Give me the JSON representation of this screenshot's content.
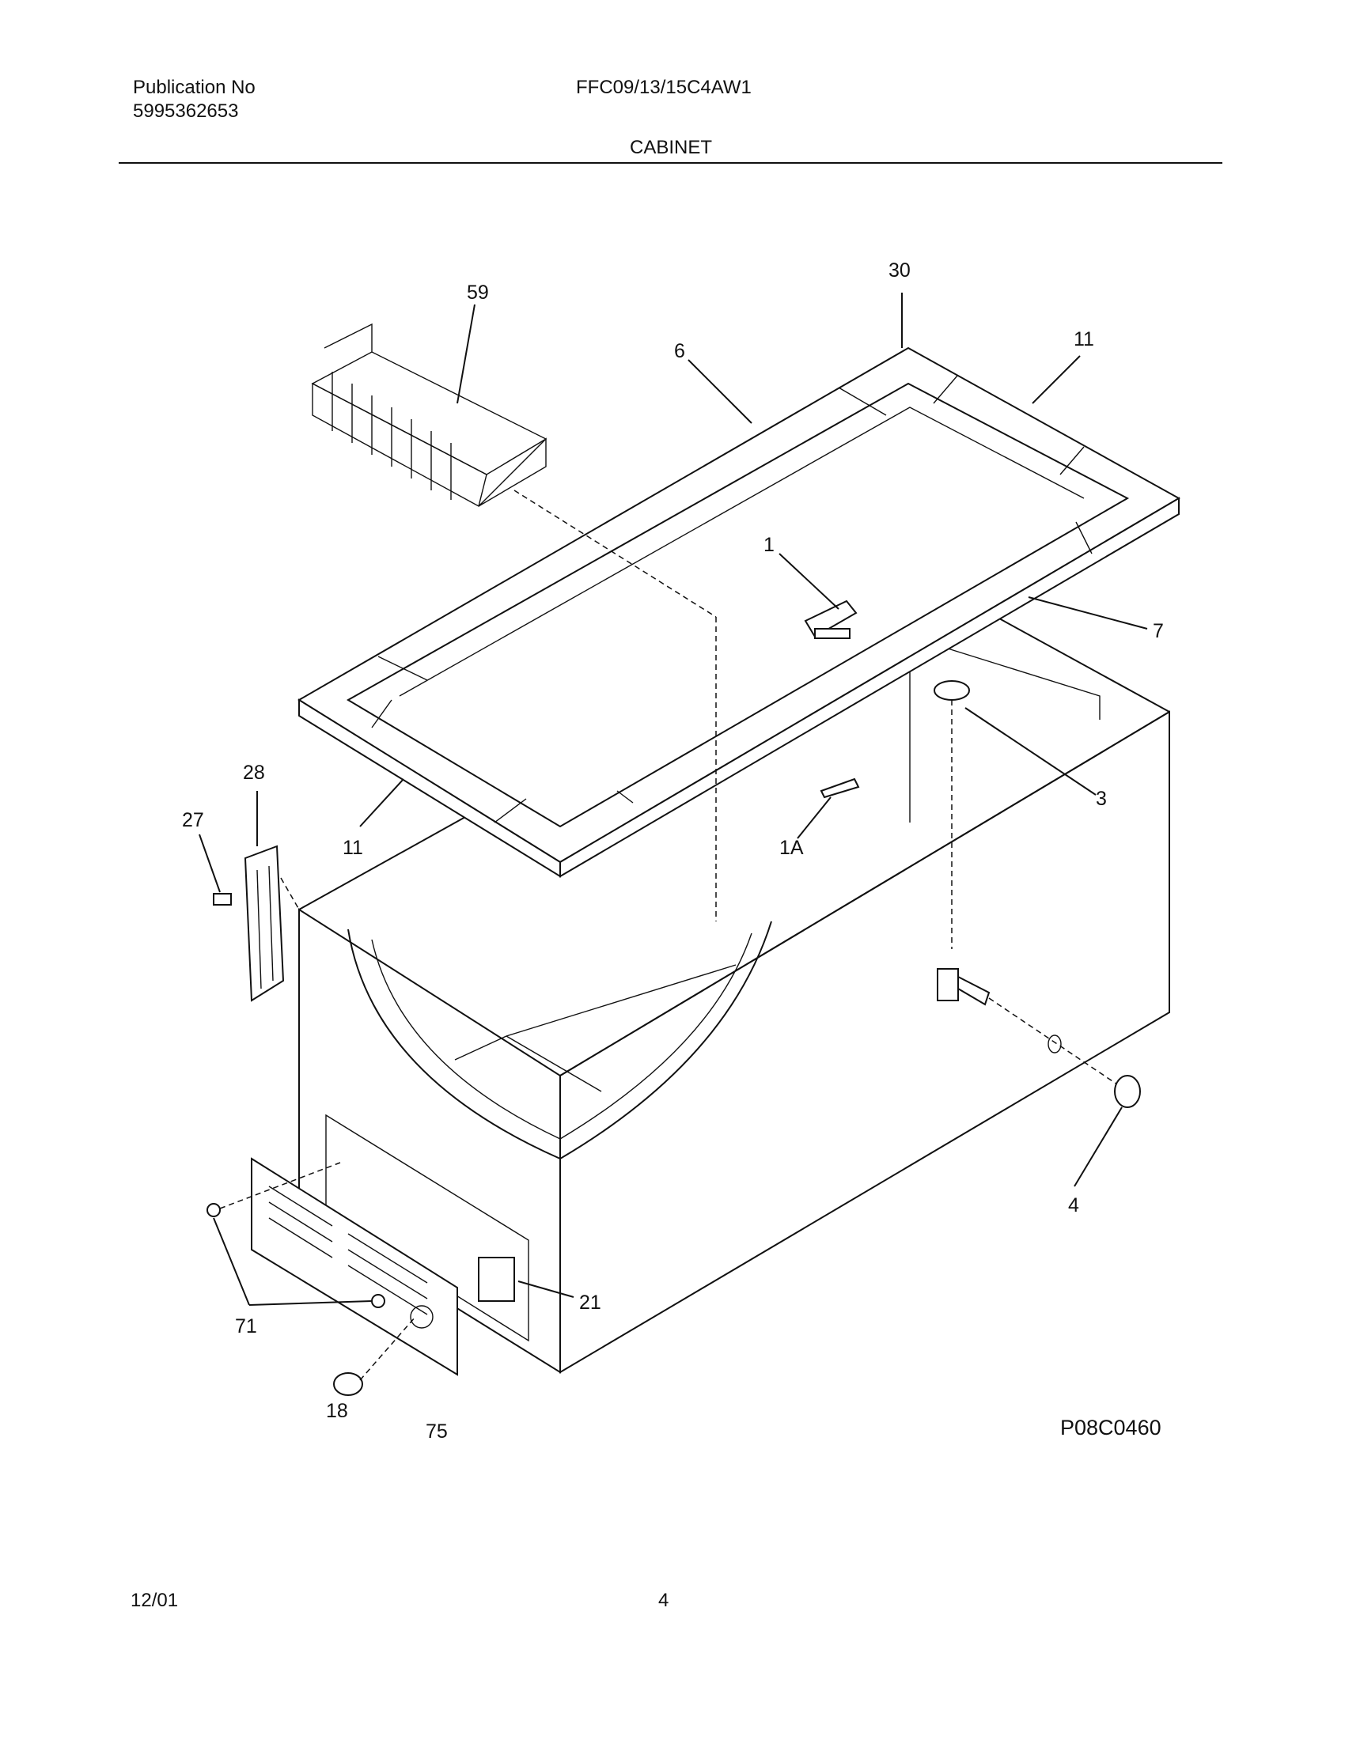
{
  "header": {
    "publication_label": "Publication No",
    "publication_number": "5995362653",
    "model": "FFC09/13/15C4AW1",
    "section_title": "CABINET"
  },
  "diagram": {
    "drawing_number": "P08C0460",
    "callouts": [
      "59",
      "30",
      "6",
      "11",
      "1",
      "7",
      "3",
      "28",
      "27",
      "11",
      "1A",
      "4",
      "21",
      "71",
      "18",
      "75"
    ]
  },
  "footer": {
    "date": "12/01",
    "page_number": "4"
  }
}
